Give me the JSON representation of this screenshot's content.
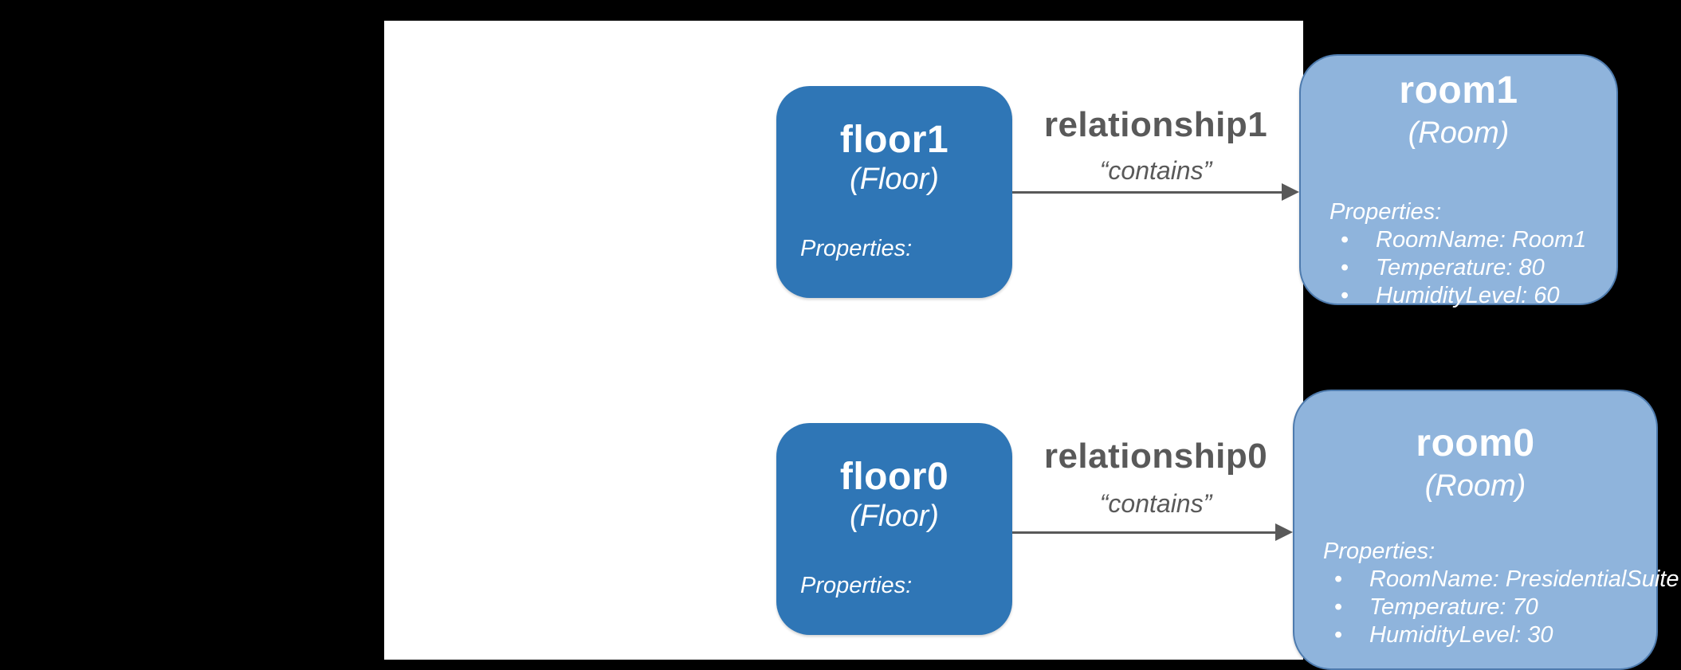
{
  "colors": {
    "background": "#000000",
    "panel": "#ffffff",
    "floor_fill": "#2F76B6",
    "room_fill": "#8FB4DC",
    "room_border": "#4E7BAE",
    "label_gray": "#595959"
  },
  "rows": [
    {
      "source": {
        "title": "floor1",
        "type": "(Floor)",
        "properties_label": "Properties:"
      },
      "relationship": {
        "name": "relationship1",
        "kind": "“contains”"
      },
      "target": {
        "title": "room1",
        "type": "(Room)",
        "properties_label": "Properties:",
        "properties": [
          "RoomName: Room1",
          "Temperature: 80",
          "HumidityLevel: 60"
        ]
      }
    },
    {
      "source": {
        "title": "floor0",
        "type": "(Floor)",
        "properties_label": "Properties:"
      },
      "relationship": {
        "name": "relationship0",
        "kind": "“contains”"
      },
      "target": {
        "title": "room0",
        "type": "(Room)",
        "properties_label": "Properties:",
        "properties": [
          "RoomName: PresidentialSuite",
          "Temperature: 70",
          "HumidityLevel: 30"
        ]
      }
    }
  ]
}
